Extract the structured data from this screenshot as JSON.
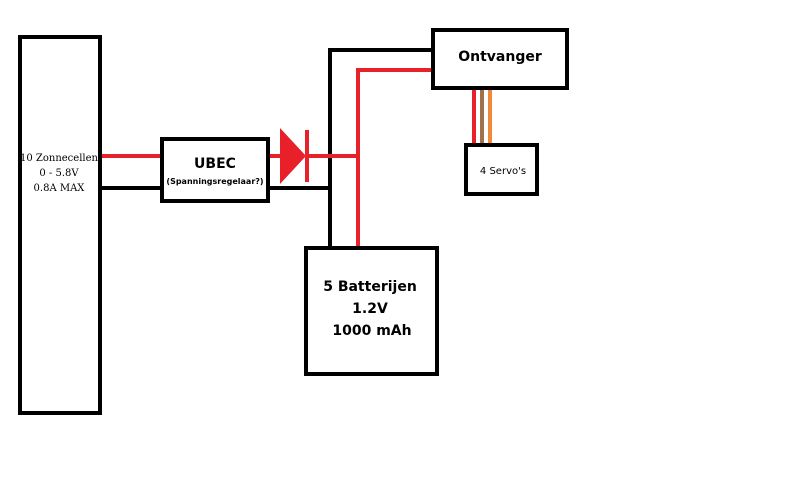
{
  "colors": {
    "wire_positive": "#e8202a",
    "wire_negative": "#000000",
    "servo_wire_brown": "#a0724a",
    "servo_wire_orange": "#f08a3a",
    "diode": "#e8202a"
  },
  "solar_panel": {
    "line1": "10 Zonnecellen",
    "line2": "0 - 5.8V",
    "line3": "0.8A MAX"
  },
  "ubec": {
    "title": "UBEC",
    "subtitle": "(Spanningsregelaar?)"
  },
  "diode": {
    "icon": "diode-icon"
  },
  "receiver": {
    "label": "Ontvanger"
  },
  "servos": {
    "label": "4 Servo's"
  },
  "battery": {
    "line1": "5 Batterijen",
    "line2": "1.2V",
    "line3": "1000 mAh"
  }
}
